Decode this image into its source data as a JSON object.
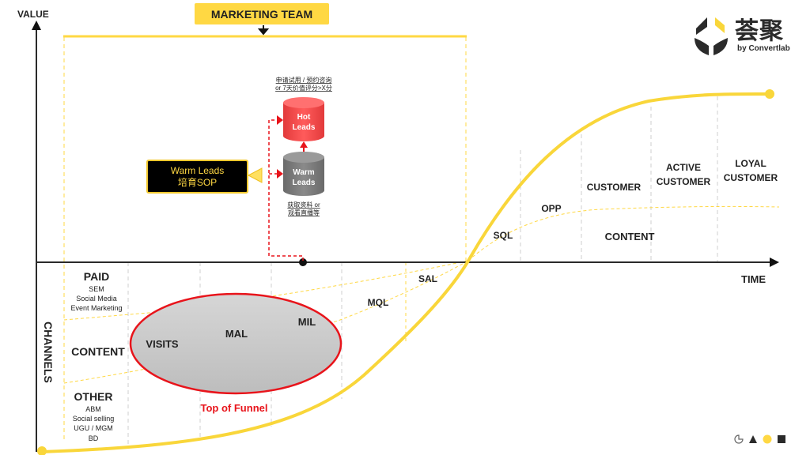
{
  "header": {
    "team_label": "MARKETING TEAM",
    "logo_text": "荟聚",
    "logo_subtitle": "by Convertlab"
  },
  "axes": {
    "y_label": "VALUE",
    "x_label": "TIME",
    "channels_label": "CHANNELS"
  },
  "leads": {
    "hot_top_note_line1": "申请试用 / 预约咨询",
    "hot_top_note_line2": "or 7天价值评分>X分",
    "hot_line1": "Hot",
    "hot_line2": "Leads",
    "warm_line1": "Warm",
    "warm_line2": "Leads",
    "warm_note_line1": "获取资料 or",
    "warm_note_line2": "观看直播等",
    "sop_line1": "Warm Leads",
    "sop_line2": "培育SOP"
  },
  "channels": [
    {
      "title": "PAID",
      "items": [
        "SEM",
        "Social Media",
        "Event Marketing"
      ]
    },
    {
      "title": "CONTENT",
      "items": []
    },
    {
      "title": "OTHER",
      "items": [
        "ABM",
        "Social selling",
        "UGU / MGM",
        "BD"
      ]
    }
  ],
  "funnel": {
    "caption": "Top of Funnel",
    "stages": [
      "VISITS",
      "MAL",
      "MIL"
    ]
  },
  "stages": {
    "mql": "MQL",
    "sal": "SAL",
    "sql": "SQL",
    "opp": "OPP",
    "customer": "CUSTOMER",
    "active_line1": "ACTIVE",
    "active_line2": "CUSTOMER",
    "loyal_line1": "LOYAL",
    "loyal_line2": "CUSTOMER",
    "content": "CONTENT"
  },
  "colors": {
    "accent_yellow": "#FFD843",
    "curve_yellow": "#F9D63A",
    "hot_red": "#F0494A",
    "warm_gray": "#7A7A7A",
    "funnel_red": "#E8141B",
    "axis": "#2a2a2a"
  },
  "legend_icons": [
    "pie-outline-icon",
    "triangle-icon",
    "circle-yellow-icon",
    "square-icon"
  ]
}
